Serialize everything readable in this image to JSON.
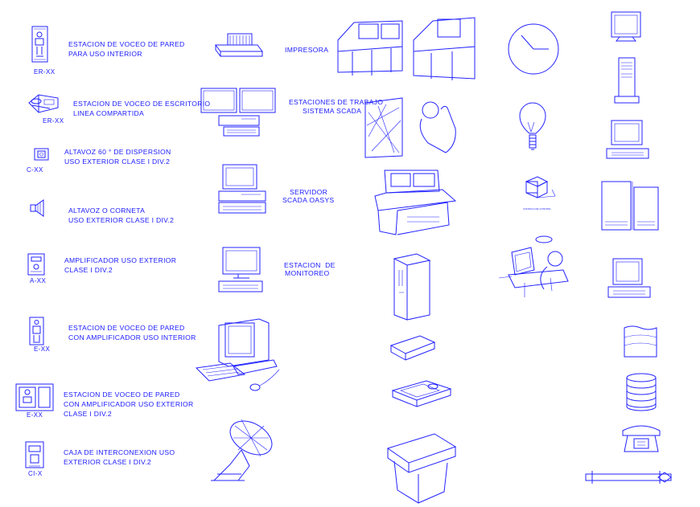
{
  "colors": {
    "line": "#2323ff",
    "text": "#1a1aff",
    "background": "#ffffff"
  },
  "left_column": [
    {
      "tag": "ER-XX",
      "lines": [
        "ESTACION DE VOCEO DE PARED",
        "PARA USO INTERIOR"
      ]
    },
    {
      "tag": "ER-XX",
      "lines": [
        "ESTACION DE VOCEO DE ESCRITORIO",
        "LINEA COMPARTIDA"
      ]
    },
    {
      "tag": "C-XX",
      "lines": [
        "ALTAVOZ 60 ° DE DISPERSION",
        "USO EXTERIOR CLASE I DIV.2"
      ]
    },
    {
      "tag": "",
      "lines": [
        "ALTAVOZ O CORNETA",
        "USO EXTERIOR CLASE I DIV.2"
      ]
    },
    {
      "tag": "A-XX",
      "lines": [
        "AMPLIFICADOR USO EXTERIOR",
        "CLASE I DIV.2"
      ]
    },
    {
      "tag": "E-XX",
      "lines": [
        "ESTACION DE VOCEO DE PARED",
        "CON AMPLIFICADOR USO INTERIOR"
      ]
    },
    {
      "tag": "E-XX",
      "lines": [
        "ESTACION DE VOCEO DE PARED",
        "CON AMPLIFICADOR USO EXTERIOR",
        "CLASE I DIV.2"
      ]
    },
    {
      "tag": "CI-X",
      "lines": [
        "CAJA DE INTERCONEXION USO",
        "EXTERIOR CLASE I DIV.2"
      ]
    }
  ],
  "middle_column": [
    {
      "lines": [
        "IMPRESORA"
      ]
    },
    {
      "lines": [
        "ESTACIONES DE TRABAJO",
        "SISTEMA SCADA"
      ]
    },
    {
      "lines": [
        "SERVIDOR",
        "SCADA OASYS"
      ]
    },
    {
      "lines": [
        "ESTACION  DE",
        "MONITOREO"
      ]
    }
  ],
  "small_caption": "CONSOLA DE CONTROL",
  "icons": [
    "wall-paging-station-icon",
    "desk-paging-station-icon",
    "speaker-60-icon",
    "horn-speaker-icon",
    "amplifier-icon",
    "wall-station-amplifier-icon",
    "outdoor-wall-station-icon",
    "junction-box-icon",
    "printer-icon",
    "dual-monitor-workstation-icon",
    "server-workstation-icon",
    "monitoring-station-icon",
    "desktop-computer-icon",
    "satellite-dish-icon",
    "control-console-icon",
    "touch-screen-hand-icon",
    "operator-console-icon",
    "tower-case-icon",
    "disk-drive-icon",
    "scanner-icon",
    "copier-icon",
    "wall-clock-icon",
    "light-bulb-icon",
    "terminal-icon",
    "operator-desk-icon",
    "crt-monitor-icon",
    "tower-server-icon",
    "pc-monitor-icon",
    "cabinet-icon",
    "pc-workstation-icon",
    "paper-tape-icon",
    "disk-stack-icon",
    "telephone-icon",
    "cable-tray-icon"
  ]
}
